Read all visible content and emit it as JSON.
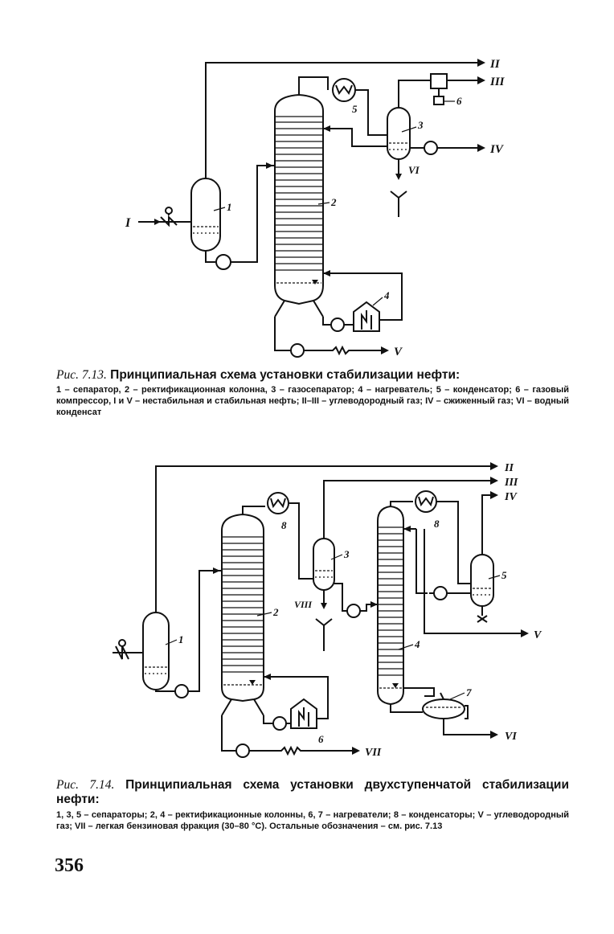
{
  "figure1": {
    "labels": {
      "stream_I": "I",
      "stream_II": "II",
      "stream_III": "III",
      "stream_IV": "IV",
      "stream_V": "V",
      "stream_VI": "VI",
      "num_1": "1",
      "num_2": "2",
      "num_3": "3",
      "num_4": "4",
      "num_5": "5",
      "num_6": "6"
    },
    "caption": {
      "fig_no": "Рис. 7.13.",
      "title": "Принципиальная схема установки стабилизации нефти:",
      "legend": "1 – сепаратор, 2 – ректификационная колонна, 3 – газосепаратор; 4 – нагреватель; 5 – конденсатор; 6 – газовый компрессор, I и V – нестабильная и стабильная нефть; II–III – углеводородный газ; IV – сжиженный газ; VI – водный конденсат"
    }
  },
  "figure2": {
    "labels": {
      "stream_II": "II",
      "stream_III": "III",
      "stream_IV": "IV",
      "stream_V": "V",
      "stream_VI": "VI",
      "stream_VII": "VII",
      "stream_VIII": "VIII",
      "num_1": "1",
      "num_2": "2",
      "num_3": "3",
      "num_4": "4",
      "num_5": "5",
      "num_6": "6",
      "num_7": "7",
      "num_8a": "8",
      "num_8b": "8"
    },
    "caption": {
      "fig_no": "Рис. 7.14.",
      "title": "Принципиальная схема установки двухступенчатой стабилизации нефти:",
      "legend": "1, 3, 5 – сепараторы; 2, 4 – ректификационные колонны, 6, 7 – нагреватели; 8 – конденсаторы; V – углеводородный газ; VII – легкая бензиновая фракция (30–80 °С). Остальные обозначения – см. рис. 7.13"
    }
  },
  "page_number": "356"
}
